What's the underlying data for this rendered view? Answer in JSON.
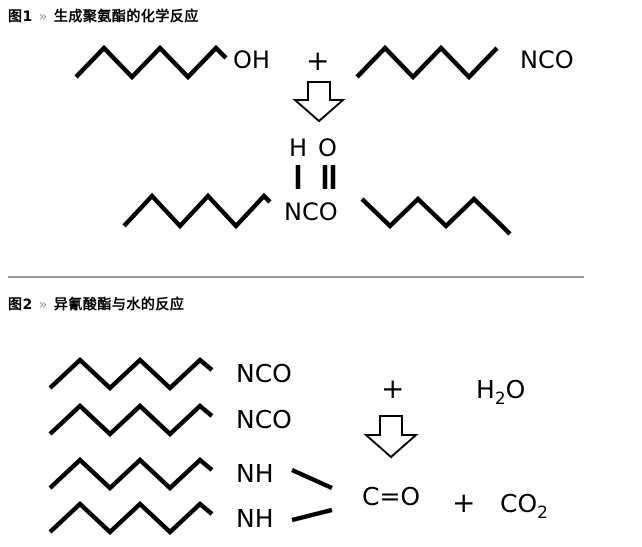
{
  "figure1": {
    "caption_label": "图1",
    "caption_sep": "»",
    "caption_title": "生成聚氨酯的化学反应",
    "reactant1_group": "OH",
    "plus": "+",
    "reactant2_group": "NCO",
    "product_top_h": "H",
    "product_top_o": "O",
    "product_group": "NCO"
  },
  "figure2": {
    "caption_label": "图2",
    "caption_sep": "»",
    "caption_title": "异氰酸酯与水的反应",
    "chain1_group": "NCO",
    "chain2_group": "NCO",
    "chain3_group": "NH",
    "chain4_group": "NH",
    "plus1": "+",
    "water": "H",
    "water_sub": "2",
    "water_o": "O",
    "carbonyl": "C=O",
    "plus2": "+",
    "co2": "CO",
    "co2_sub": "2"
  }
}
